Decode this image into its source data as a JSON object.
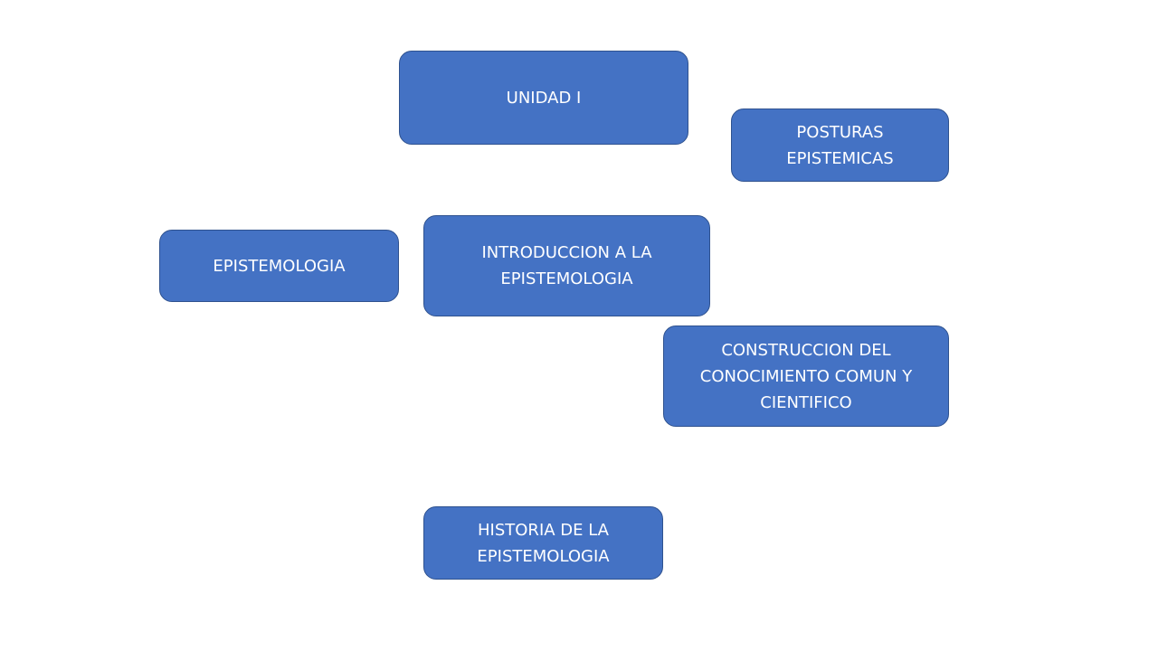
{
  "boxes": {
    "unidad": "UNIDAD I",
    "posturas": [
      "POSTURAS",
      "EPISTEMICAS"
    ],
    "epistemologia": "EPISTEMOLOGIA",
    "introduccion": [
      "INTRODUCCION A LA",
      "EPISTEMOLOGIA"
    ],
    "construccion": [
      "CONSTRUCCION DEL",
      "CONOCIMIENTO COMUN Y",
      "CIENTIFICO"
    ],
    "historia": [
      "HISTORIA DE LA",
      "EPISTEMOLOGIA"
    ]
  },
  "colors": {
    "box_fill": "#4472C4",
    "box_border": "#2F528F",
    "text": "#FFFFFF",
    "background": "#FFFFFF"
  }
}
